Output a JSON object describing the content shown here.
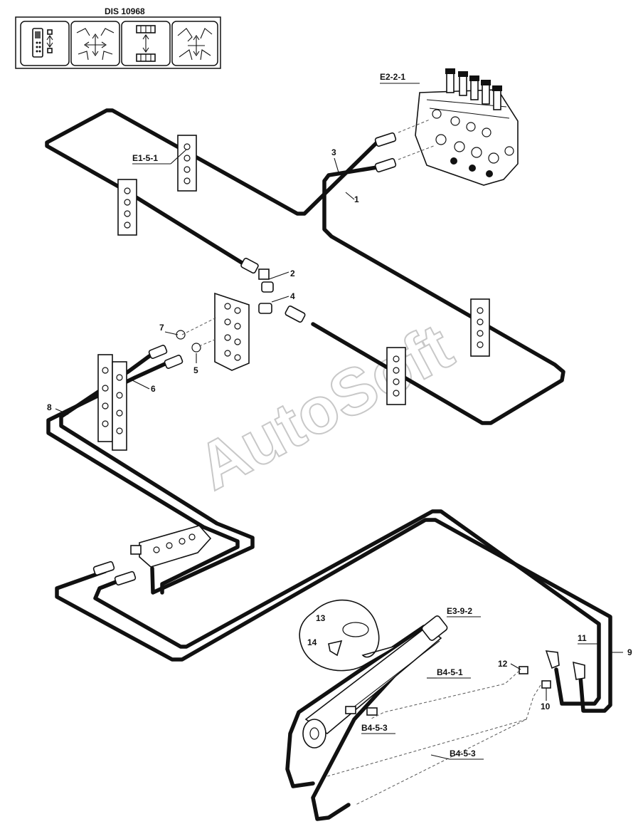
{
  "header": {
    "doc_code": "DIS 10968",
    "icons": [
      "phone-joystick-icon",
      "backhoe-cross-icon",
      "valve-arrows-icon",
      "backhoe-dual-icon"
    ]
  },
  "watermark": "AutoSoft",
  "references": {
    "e2_2_1": "E2-2-1",
    "e1_5_1": "E1-5-1",
    "e3_9_2": "E3-9-2",
    "b4_5_1": "B4-5-1",
    "b4_5_3_a": "B4-5-3",
    "b4_5_3_b": "B4-5-3"
  },
  "callouts": {
    "c1": "1",
    "c2": "2",
    "c3": "3",
    "c4": "4",
    "c5": "5",
    "c6": "6",
    "c7": "7",
    "c8": "8",
    "c9": "9",
    "c10": "10",
    "c11": "11",
    "c12": "12",
    "c13": "13",
    "c14": "14"
  },
  "colors": {
    "line": "#111111",
    "paper": "#ffffff",
    "watermark": "#c8c8c8"
  }
}
